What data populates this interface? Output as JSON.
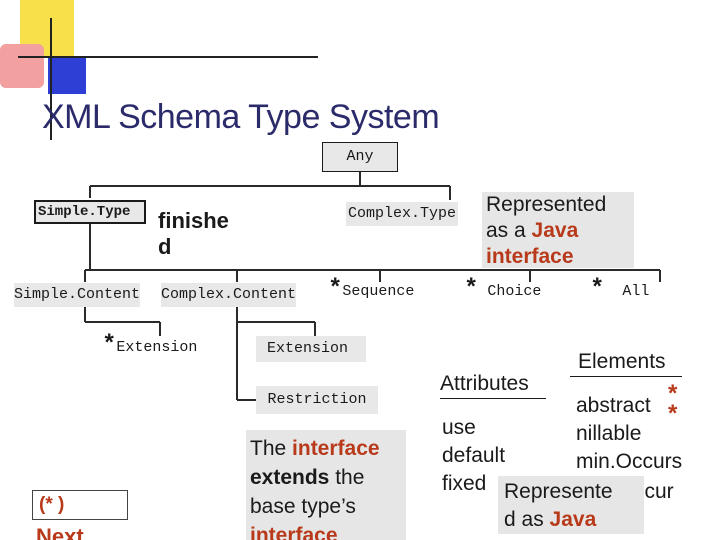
{
  "title": "XML Schema Type System",
  "nodes": {
    "any": "Any",
    "simple_type": "Simple.Type",
    "complex_type": "Complex.Type",
    "simple_content": "Simple.Content",
    "complex_content": "Complex.Content",
    "sequence": "Sequence",
    "choice": "Choice",
    "all": "All",
    "extension_left": "Extension",
    "extension_right": "Extension",
    "restriction": "Restriction"
  },
  "star": "*",
  "finished_note": {
    "line1": "finishe",
    "line2": "d"
  },
  "represented_note": {
    "line1": "Represented",
    "line2_pre": "as a ",
    "line2_java": "Java",
    "line3": "interface"
  },
  "attributes": {
    "heading": "Attributes",
    "items": [
      "use",
      "default",
      "fixed"
    ]
  },
  "elements": {
    "heading": "Elements",
    "items": [
      "abstract",
      "nillable",
      "min.Occurs"
    ],
    "overflow_tail": "ccur"
  },
  "represented_note2": {
    "line1": "Represente",
    "line2_pre": "d as ",
    "line2_java": "Java"
  },
  "interface_note": {
    "line1_pre": "The ",
    "line1_red": "interface",
    "line2_bold": "extends",
    "line2_rest": " the",
    "line3": "base type’s",
    "line4": "interface"
  },
  "bottom_left": {
    "label": "(* )",
    "next": "Next"
  },
  "colors": {
    "accent_red": "#b83a1a",
    "deco_yellow": "#f7e04a",
    "deco_pink": "#f2a0a0",
    "deco_blue": "#2d3fd4",
    "node_fill": "#e8e8e8"
  }
}
